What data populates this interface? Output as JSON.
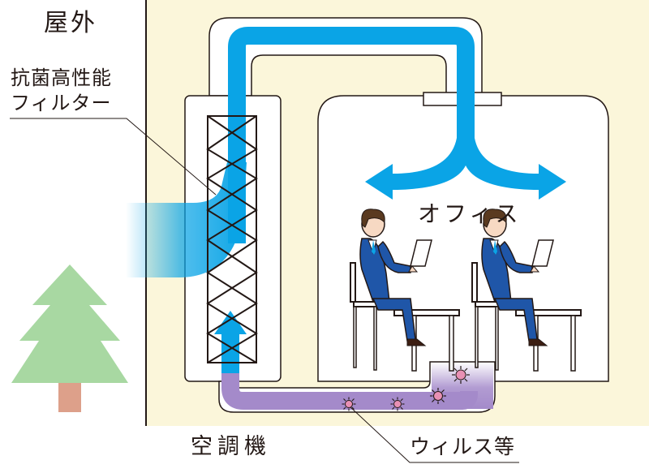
{
  "labels": {
    "outdoor": "屋外",
    "filter_line1": "抗菌高性能",
    "filter_line2": "フィルター",
    "office": "オフィス",
    "air_conditioner": "空調機",
    "virus": "ウィルス等"
  },
  "colors": {
    "indoor_background": "#FBF6DA",
    "airflow_blue": "#0AA4E6",
    "contaminated_air": "#A48ACA",
    "virus": "#E890B4",
    "tree": "#A8D8A2",
    "trunk": "#DDA08A",
    "suit": "#1F56A8"
  },
  "icons": [
    "tree-icon",
    "person-at-desk-icon",
    "virus-icon",
    "double-arrow-icon",
    "up-arrow-icon"
  ]
}
